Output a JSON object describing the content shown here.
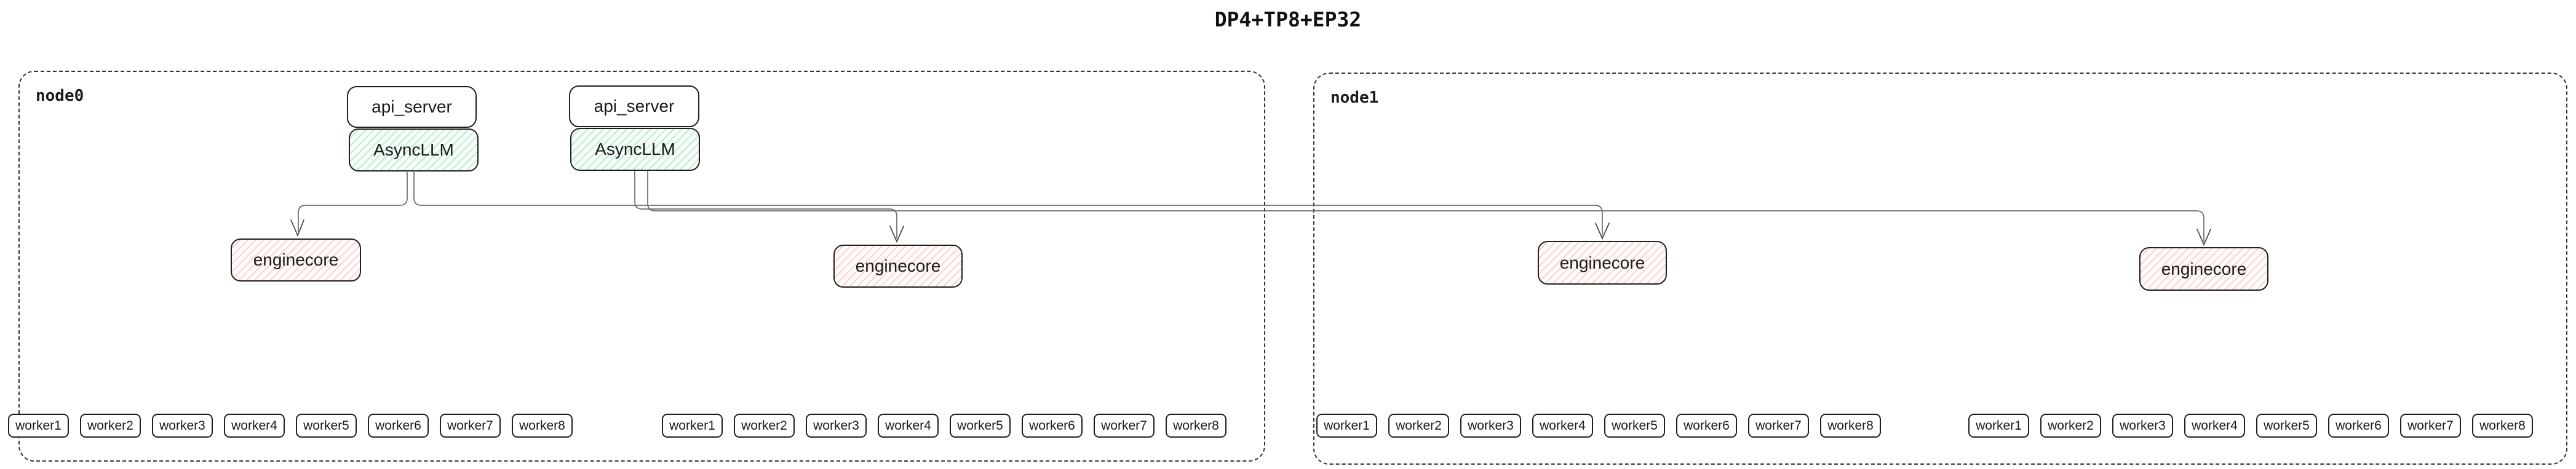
{
  "title": "DP4+TP8+EP32",
  "node0_label": "node0",
  "node1_label": "node1",
  "boxes": {
    "api1": "api_server",
    "llm1": "AsyncLLM",
    "api2": "api_server",
    "llm2": "AsyncLLM",
    "ec1": "enginecore",
    "ec2": "enginecore",
    "ec3": "enginecore",
    "ec4": "enginecore"
  },
  "workers": {
    "g1": [
      "worker1",
      "worker2",
      "worker3",
      "worker4",
      "worker5",
      "worker6",
      "worker7",
      "worker8"
    ],
    "g2": [
      "worker1",
      "worker2",
      "worker3",
      "worker4",
      "worker5",
      "worker6",
      "worker7",
      "worker8"
    ],
    "g3": [
      "worker1",
      "worker2",
      "worker3",
      "worker4",
      "worker5",
      "worker6",
      "worker7",
      "worker8"
    ],
    "g4": [
      "worker1",
      "worker2",
      "worker3",
      "worker4",
      "worker5",
      "worker6",
      "worker7",
      "worker8"
    ]
  },
  "colors": {
    "async_llm_hatch": "#57c785",
    "enginecore_hatch": "#e98077",
    "box_border": "#1f1f1f",
    "edge_line": "#6b6b6b"
  }
}
